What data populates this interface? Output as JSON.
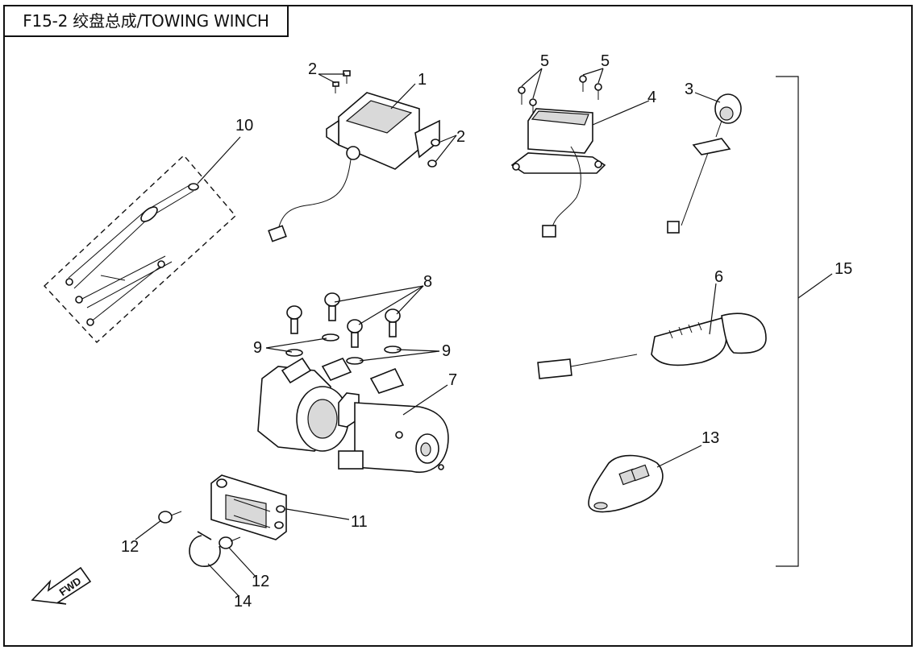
{
  "title": "F15-2 绞盘总成/TOWING WINCH",
  "callouts": {
    "c1": "1",
    "c2a": "2",
    "c2b": "2",
    "c3": "3",
    "c4": "4",
    "c5a": "5",
    "c5b": "5",
    "c6": "6",
    "c7": "7",
    "c8": "8",
    "c9a": "9",
    "c9b": "9",
    "c10": "10",
    "c11": "11",
    "c12a": "12",
    "c12b": "12",
    "c13": "13",
    "c14": "14",
    "c15": "15"
  },
  "fwd_label": "FWD",
  "icons": {
    "fwd_arrow": "fwd-arrow-icon"
  }
}
